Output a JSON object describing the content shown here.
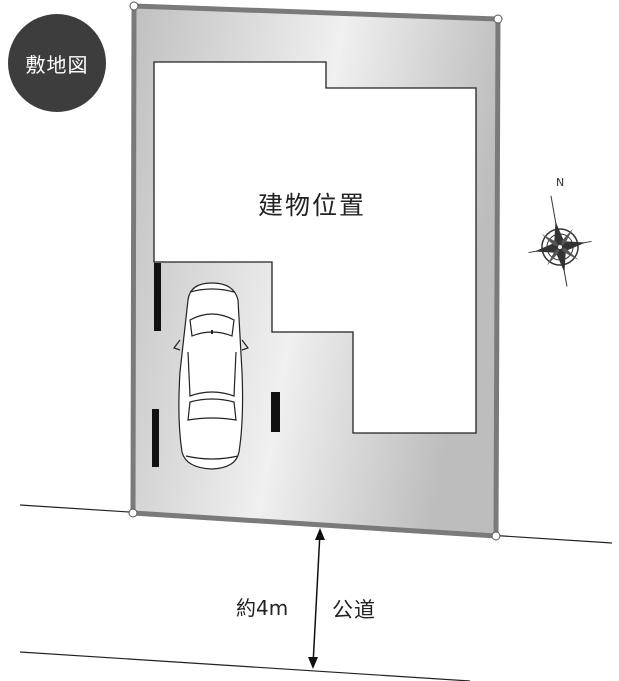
{
  "title": "敷地図",
  "building_label": "建物位置",
  "road_width_label": "約4m",
  "road_label": "公道",
  "north_label": "N",
  "icons": [
    "compass-rose-icon",
    "car-icon"
  ],
  "colors": {
    "lot_border": "#777777",
    "lot_fill_light": "#f4f4f4",
    "lot_fill_dark": "#a8a8a8",
    "badge": "#3d3d3d"
  }
}
